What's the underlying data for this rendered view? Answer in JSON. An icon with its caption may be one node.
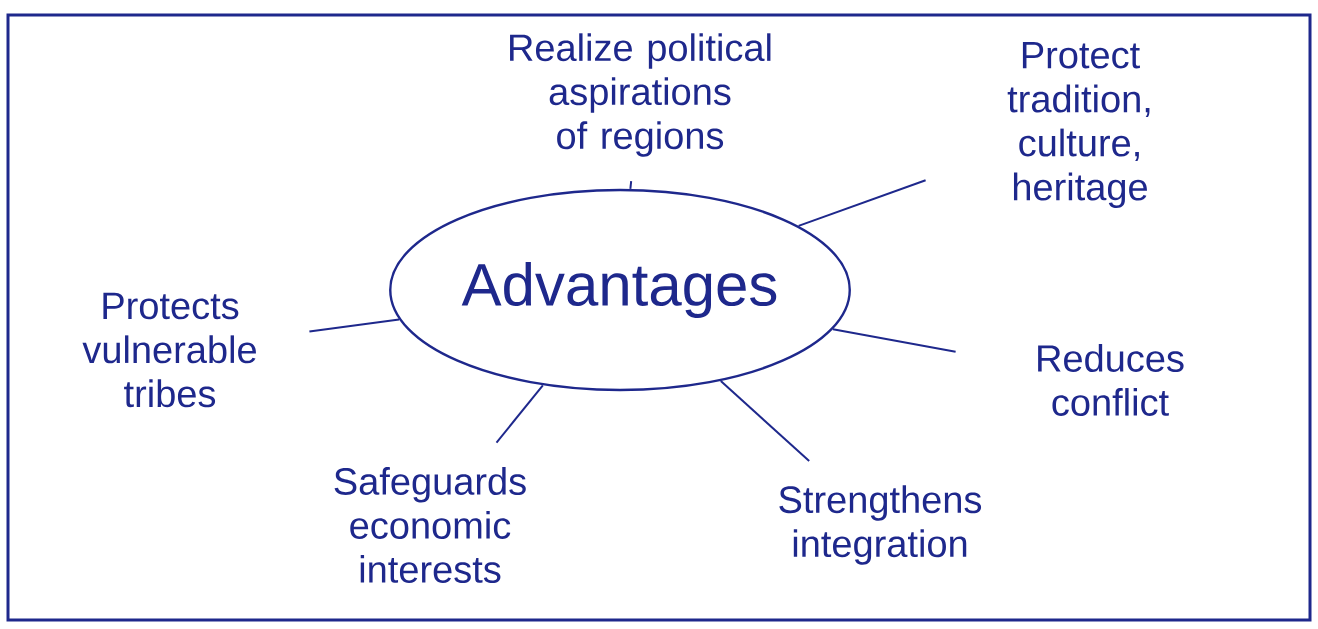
{
  "diagram": {
    "nodes": [
      {
        "text": [
          "Advantages"
        ]
      },
      {
        "text": [
          "Realize political aspirations of regions"
        ]
      },
      {
        "text": [
          "Protect tradition, culture, heritage"
        ]
      },
      {
        "text": [
          "Reduces conflict"
        ]
      },
      {
        "text": [
          "Strengthens integration"
        ]
      },
      {
        "text": [
          "Safeguards economic interests"
        ]
      },
      {
        "text": [
          "Protects vulnerable tribes"
        ]
      }
    ],
    "edges": [
      {
        "from": 0,
        "to": 1,
        "arrow": "none"
      },
      {
        "from": 0,
        "to": 2,
        "arrow": "none"
      },
      {
        "from": 0,
        "to": 3,
        "arrow": "none"
      },
      {
        "from": 0,
        "to": 4,
        "arrow": "none"
      },
      {
        "from": 0,
        "to": 5,
        "arrow": "none"
      },
      {
        "from": 0,
        "to": 6,
        "arrow": "none"
      }
    ]
  }
}
